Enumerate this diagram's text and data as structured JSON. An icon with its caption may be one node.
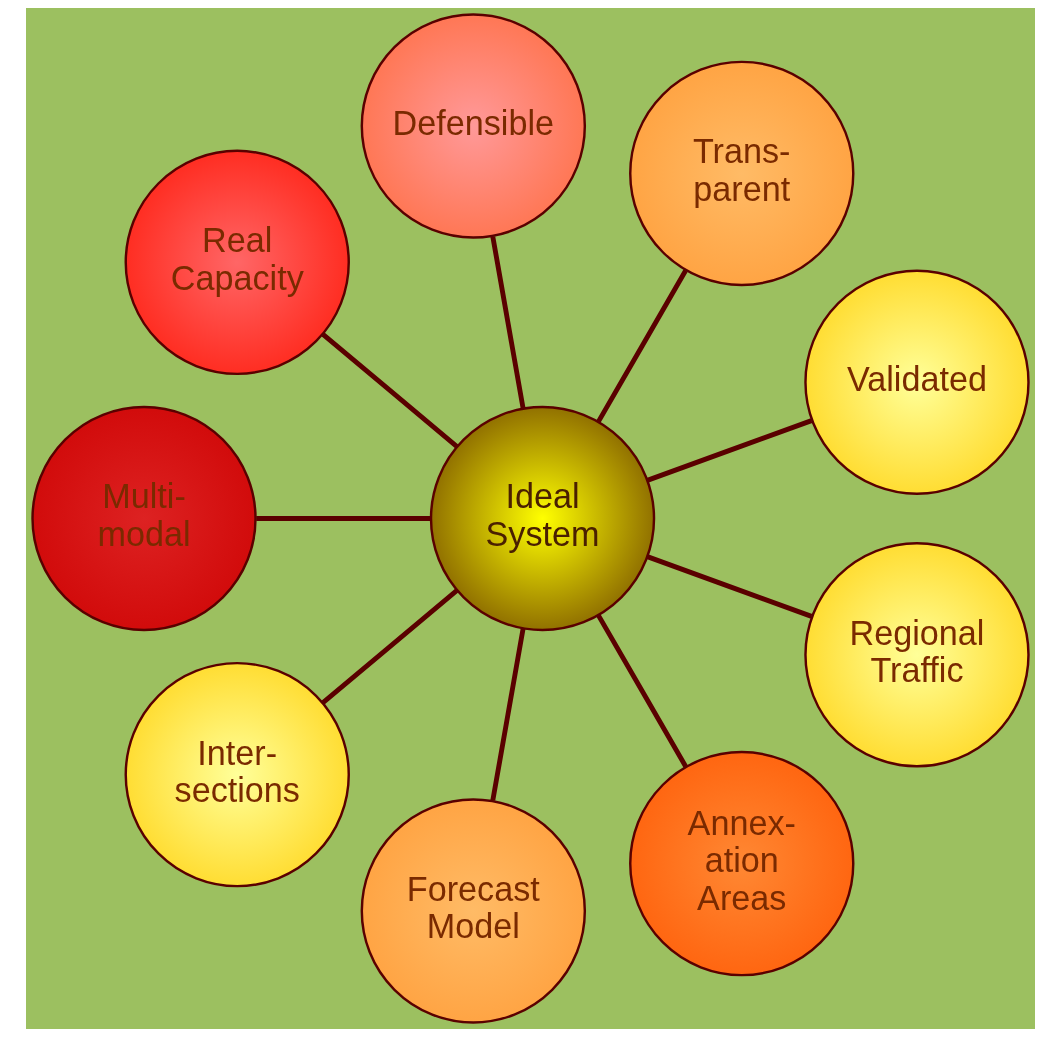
{
  "diagram": {
    "nodes": [
      {
        "text": [
          "Ideal System"
        ]
      },
      {
        "text": [
          "Validated"
        ]
      },
      {
        "text": [
          "Trans- parent"
        ]
      },
      {
        "text": [
          "Defensible"
        ]
      },
      {
        "text": [
          "Real Capacity"
        ]
      },
      {
        "text": [
          "Multi- modal"
        ]
      },
      {
        "text": [
          "Inter- sections"
        ]
      },
      {
        "text": [
          "Forecast Model"
        ]
      },
      {
        "text": [
          "Annex- ation Areas"
        ]
      },
      {
        "text": [
          "Regional Traffic"
        ]
      }
    ],
    "edges": [
      {
        "from": 0,
        "to": 1,
        "arrow": "none"
      },
      {
        "from": 0,
        "to": 2,
        "arrow": "none"
      },
      {
        "from": 0,
        "to": 3,
        "arrow": "none"
      },
      {
        "from": 0,
        "to": 4,
        "arrow": "none"
      },
      {
        "from": 0,
        "to": 5,
        "arrow": "none"
      },
      {
        "from": 0,
        "to": 6,
        "arrow": "none"
      },
      {
        "from": 0,
        "to": 7,
        "arrow": "none"
      },
      {
        "from": 0,
        "to": 8,
        "arrow": "none"
      },
      {
        "from": 0,
        "to": 9,
        "arrow": "none"
      }
    ]
  }
}
